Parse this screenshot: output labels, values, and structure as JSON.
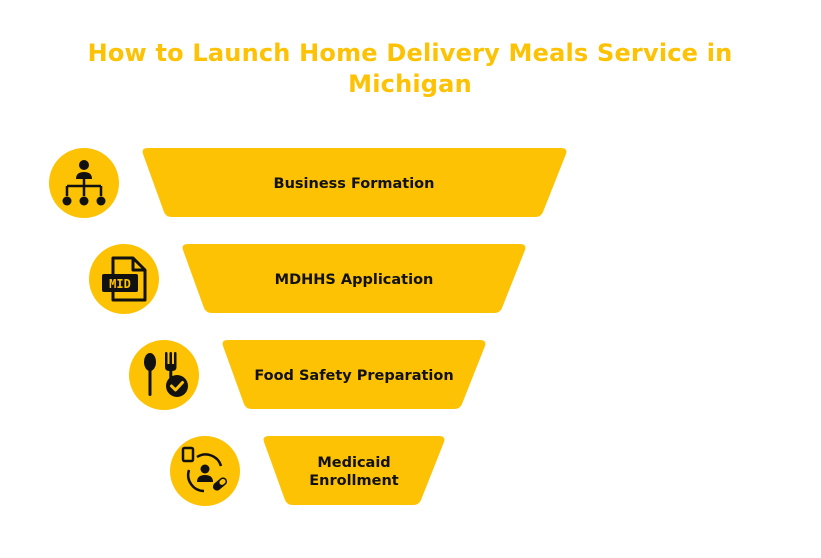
{
  "title": {
    "line1": "How to Launch Home Delivery Meals Service in",
    "line2": "Michigan"
  },
  "colors": {
    "accent": "#FCC203",
    "icon": "#111111",
    "text": "#111111",
    "background": "#FFFFFF"
  },
  "steps": [
    {
      "label": "Business Formation",
      "icon": "org-chart-person-icon"
    },
    {
      "label": "MDHHS Application",
      "icon": "mid-document-icon"
    },
    {
      "label": "Food Safety Preparation",
      "icon": "food-utensils-check-icon"
    },
    {
      "label": "Medicaid Enrollment",
      "icon": "patient-medication-icon"
    }
  ]
}
